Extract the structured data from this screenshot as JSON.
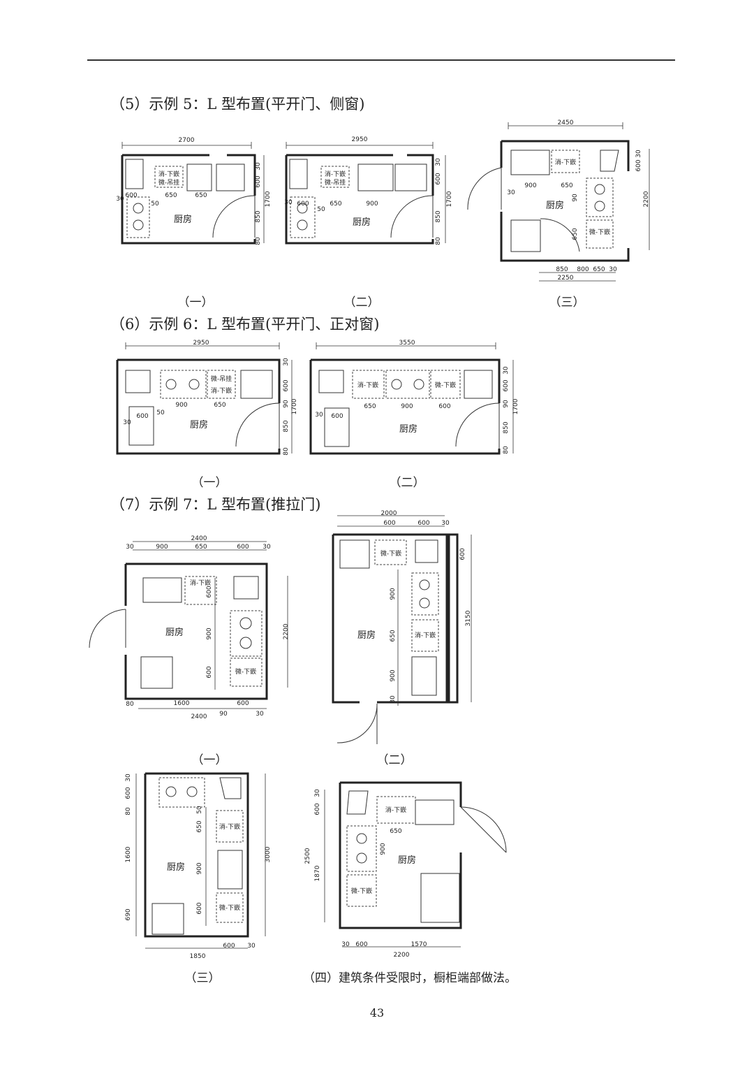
{
  "page_number": "43",
  "sections": [
    {
      "heading": "（5）示例 5：L 型布置(平开门、侧窗)",
      "captions": [
        "（一）",
        "（二）",
        "（三）"
      ]
    },
    {
      "heading": "（6）示例 6：L 型布置(平开门、正对窗)",
      "captions": [
        "（一）",
        "（二）"
      ]
    },
    {
      "heading": "（7）示例 7：L 型布置(推拉门)",
      "captions": [
        "（一）",
        "（二）",
        "（三）",
        "（四）建筑条件受限时，橱柜端部做法。"
      ]
    }
  ],
  "plans": {
    "p5_1": {
      "room": "厨房",
      "top": "2700",
      "right": [
        "30",
        "600",
        "850",
        "80"
      ],
      "right_total": "1700",
      "bottom": [
        "600",
        "650",
        "650"
      ],
      "small": [
        "30",
        "50"
      ],
      "cab": [
        "消-下嵌",
        "微-吊挂"
      ]
    },
    "p5_2": {
      "room": "厨房",
      "top": "2950",
      "right": [
        "30",
        "600",
        "850",
        "80"
      ],
      "right_total": "1700",
      "bottom": [
        "600",
        "650",
        "900"
      ],
      "small": [
        "30",
        "50"
      ],
      "cab": [
        "消-下嵌",
        "微-吊挂"
      ]
    },
    "p5_3": {
      "room": "厨房",
      "top": "2450",
      "right": [
        "30",
        "600"
      ],
      "right_total": "2200",
      "inner": [
        "900",
        "650",
        "90",
        "650",
        "30"
      ],
      "bottom": [
        "850",
        "800",
        "650",
        "30"
      ],
      "bottom_total": "2250",
      "cab": [
        "消-下嵌",
        "微-下嵌"
      ]
    },
    "p6_1": {
      "room": "厨房",
      "top": "2950",
      "right": [
        "30",
        "600",
        "90",
        "850",
        "80"
      ],
      "right_total": "1700",
      "bottom": [
        "900",
        "650"
      ],
      "small": [
        "600",
        "50",
        "30"
      ],
      "cab": [
        "微-吊挂",
        "消-下嵌"
      ]
    },
    "p6_2": {
      "room": "厨房",
      "top": "3550",
      "right": [
        "30",
        "600",
        "90",
        "850",
        "80"
      ],
      "right_total": "1700",
      "bottom": [
        "650",
        "900",
        "600"
      ],
      "small": [
        "600",
        "30"
      ],
      "cab": [
        "消-下嵌",
        "微-下嵌"
      ]
    },
    "p7_1": {
      "room": "厨房",
      "top": [
        "30",
        "900",
        "650",
        "600",
        "30"
      ],
      "top_total": "2400",
      "right_total": "2200",
      "left_inner": [
        "600",
        "900",
        "600"
      ],
      "bottom": [
        "80",
        "1600",
        "600"
      ],
      "bottom2": [
        "90",
        "30"
      ],
      "bottom_total": "2400",
      "cab": [
        "消-下嵌",
        "微-下嵌"
      ]
    },
    "p7_2": {
      "room": "厨房",
      "top": [
        "600",
        "600",
        "30"
      ],
      "top_total": "2000",
      "right": [
        "600"
      ],
      "right_total": "3150",
      "inner": [
        "900",
        "650",
        "900",
        "30"
      ],
      "cab": [
        "微-下嵌",
        "消-下嵌"
      ]
    },
    "p7_3": {
      "room": "厨房",
      "left": [
        "30",
        "600",
        "80",
        "1600",
        "690"
      ],
      "inner": [
        "50",
        "650",
        "900",
        "600"
      ],
      "right_total": "3000",
      "bottom": [
        "600",
        "30"
      ],
      "bottom_total": "1850",
      "cab": [
        "消-下嵌",
        "微-下嵌"
      ]
    },
    "p7_4": {
      "room": "厨房",
      "left": [
        "30",
        "600"
      ],
      "left_total": [
        "2500",
        "1870"
      ],
      "inner": [
        "650",
        "900"
      ],
      "bottom": [
        "30",
        "600",
        "1570"
      ],
      "bottom_total": "2200",
      "cab": [
        "消-下嵌",
        "微-下嵌"
      ]
    }
  }
}
